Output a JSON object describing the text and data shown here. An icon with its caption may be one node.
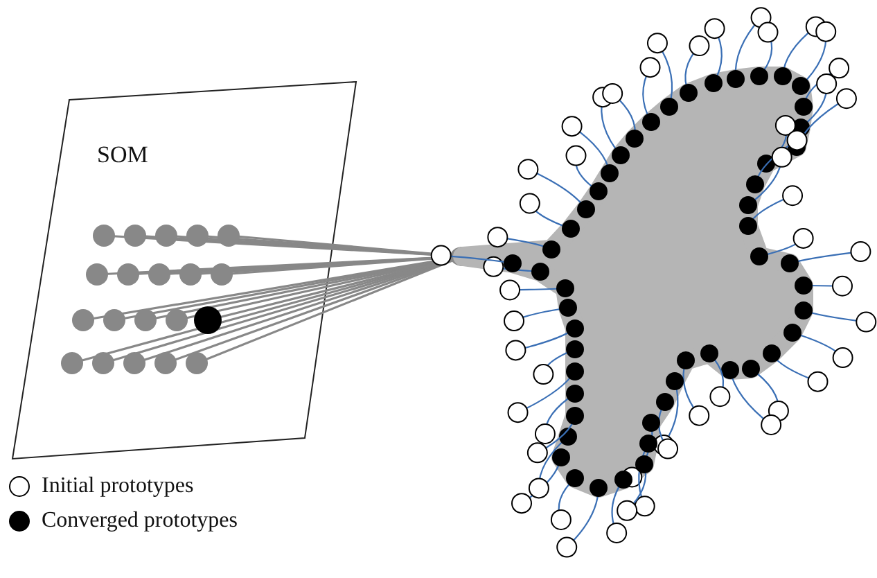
{
  "diagram": {
    "nodes": [
      {
        "text": [
          "SOM"
        ]
      }
    ],
    "legend": [
      {
        "text": "Initial prototypes"
      },
      {
        "text": "Converged prototypes"
      }
    ]
  }
}
